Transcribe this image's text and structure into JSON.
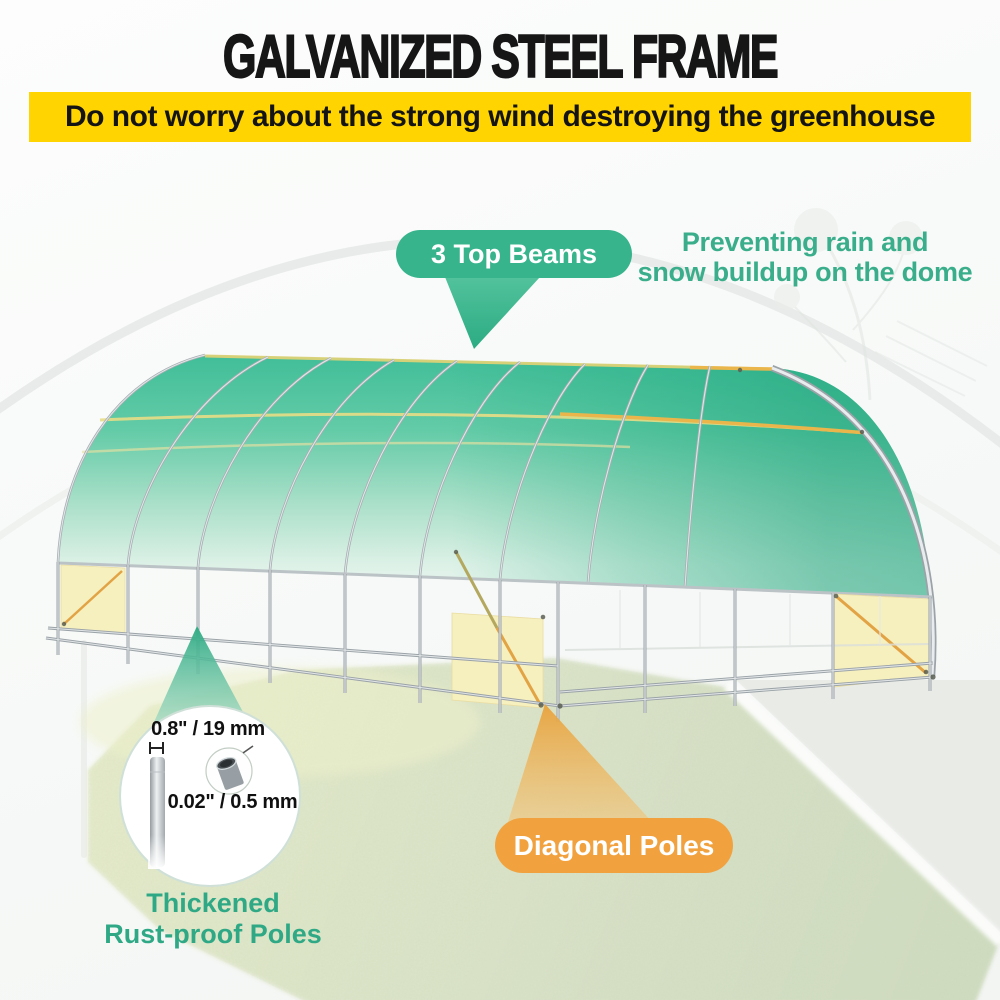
{
  "header": {
    "title": "GALVANIZED STEEL FRAME",
    "banner": {
      "text": "Do not worry about the strong wind destroying the greenhouse",
      "bg": "#ffd400",
      "text_color": "#141414"
    }
  },
  "annotations": {
    "top_beams": {
      "label": "3 Top Beams",
      "pill_color": "#38b48d",
      "text_color": "#ffffff",
      "pointer_icon": "down-arrow-pointer"
    },
    "preventing_note": {
      "line1": "Preventing rain and",
      "line2": "snow buildup on the dome",
      "color": "#3aae8a"
    },
    "diagonal_poles": {
      "label": "Diagonal Poles",
      "pill_color": "#f1a23f",
      "text_color": "#ffffff",
      "pointer_icon": "orange-beam-pointer"
    },
    "pole_callout": {
      "outer_dimension": "0.8\" / 19 mm",
      "wall_thickness": "0.02\" / 0.5 mm",
      "caption_line1": "Thickened",
      "caption_line2": "Rust-proof Poles",
      "caption_color": "#2fa985",
      "pointer_icon": "green-beam-pointer"
    }
  },
  "illustration": {
    "cover_top_color": "#3ebd97",
    "cover_bottom_color": "#eaf6f0",
    "cover_dark_right_color": "#1fa97d",
    "frame_color": "#a7aeb2",
    "purlin_yellow": "#e8dd86",
    "purlin_orange": "#eab64b",
    "brace_orange": "#e2a344",
    "panel_yellow": "#f6efbe",
    "grass_green": "#dbe3c9"
  }
}
